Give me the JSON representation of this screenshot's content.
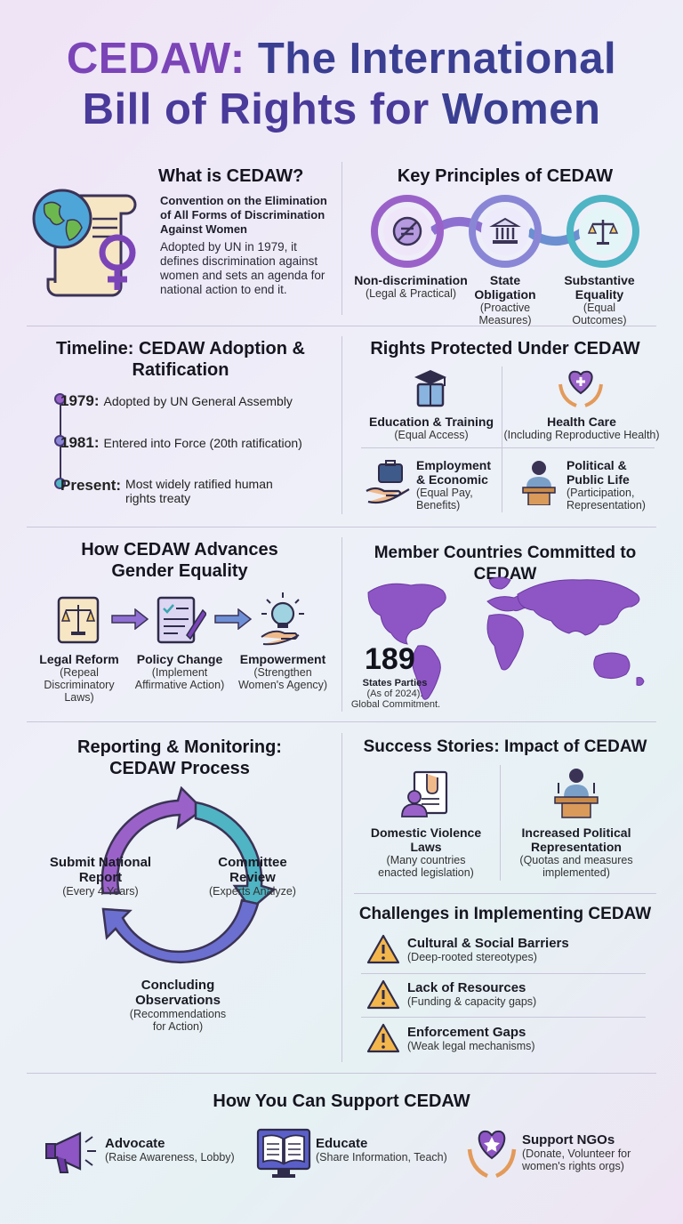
{
  "title": {
    "line1_a": "CEDAW:",
    "line1_b": "The International",
    "line2_a": "Bill of Rights for",
    "line2_b": "Women"
  },
  "what": {
    "heading": "What is CEDAW?",
    "subtitle": "Convention on the Elimination of All Forms of Discrimination Against Women",
    "body": "Adopted by UN in 1979, it defines discrimination against women and sets an agenda for national action to end it."
  },
  "principles": {
    "heading": "Key Principles of CEDAW",
    "items": [
      {
        "label": "Non-discrimination",
        "sub": "(Legal & Practical)"
      },
      {
        "label": "State Obligation",
        "sub": "(Proactive Measures)"
      },
      {
        "label": "Substantive Equality",
        "sub": "(Equal Outcomes)"
      }
    ]
  },
  "timeline": {
    "heading": "Timeline: CEDAW Adoption & Ratification",
    "items": [
      {
        "year": "1979:",
        "text": "Adopted by UN General Assembly"
      },
      {
        "year": "1981:",
        "text": "Entered into Force (20th ratification)"
      },
      {
        "year": "Present:",
        "text": "Most widely ratified human rights treaty"
      }
    ]
  },
  "rights": {
    "heading": "Rights Protected Under CEDAW",
    "items": [
      {
        "label": "Education & Training",
        "sub": "(Equal Access)"
      },
      {
        "label": "Health Care",
        "sub": "(Including Reproductive Health)"
      },
      {
        "label": "Employment & Economic",
        "sub": "(Equal Pay, Benefits)"
      },
      {
        "label": "Political & Public Life",
        "sub": "(Participation, Representation)"
      }
    ]
  },
  "advances": {
    "heading": "How CEDAW Advances Gender Equality",
    "items": [
      {
        "label": "Legal Reform",
        "sub": "(Repeal Discriminatory Laws)"
      },
      {
        "label": "Policy Change",
        "sub": "(Implement Affirmative Action)"
      },
      {
        "label": "Empowerment",
        "sub": "(Strengthen Women's Agency)"
      }
    ]
  },
  "members": {
    "heading": "Member Countries Committed to CEDAW",
    "count": "189",
    "count_label": "States Parties",
    "count_note": "(As of 2024).",
    "count_note2": "Global Commitment."
  },
  "reporting": {
    "heading": "Reporting & Monitoring: CEDAW Process",
    "steps": [
      {
        "label": "Submit National Report",
        "sub": "(Every 4 Years)"
      },
      {
        "label": "Committee Review",
        "sub": "(Experts Analyze)"
      },
      {
        "label": "Concluding Observations",
        "sub": "(Recommendations for Action)"
      }
    ]
  },
  "success": {
    "heading": "Success Stories: Impact of CEDAW",
    "items": [
      {
        "label": "Domestic Violence Laws",
        "sub": "(Many countries enacted legislation)"
      },
      {
        "label": "Increased Political Representation",
        "sub": "(Quotas and measures implemented)"
      }
    ]
  },
  "challenges": {
    "heading": "Challenges in Implementing CEDAW",
    "items": [
      {
        "label": "Cultural & Social Barriers",
        "sub": "(Deep-rooted stereotypes)"
      },
      {
        "label": "Lack of Resources",
        "sub": "(Funding & capacity gaps)"
      },
      {
        "label": "Enforcement Gaps",
        "sub": "(Weak legal mechanisms)"
      }
    ]
  },
  "support": {
    "heading": "How You Can Support CEDAW",
    "items": [
      {
        "label": "Advocate",
        "sub": "(Raise Awareness, Lobby)"
      },
      {
        "label": "Educate",
        "sub": "(Share Information, Teach)"
      },
      {
        "label": "Support NGOs",
        "sub": "(Donate, Volunteer for women's rights orgs)"
      }
    ]
  },
  "colors": {
    "purple": "#7b45b8",
    "indigo": "#3a3f92",
    "teal": "#2fa3b0",
    "warning": "#f2b64c"
  }
}
